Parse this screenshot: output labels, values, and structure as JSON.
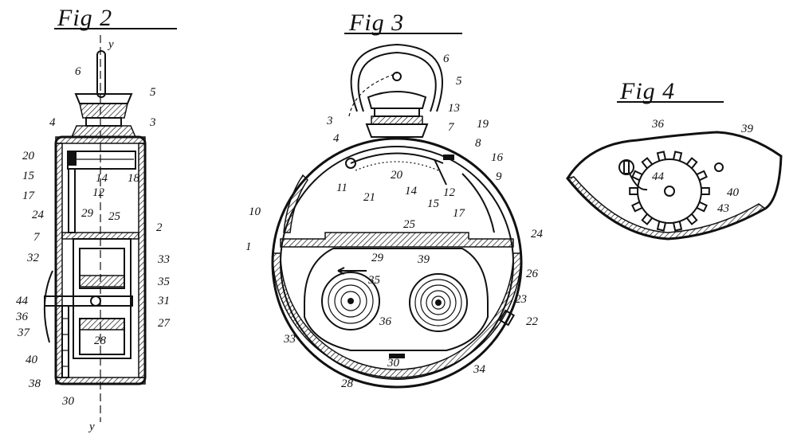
{
  "figures": [
    {
      "title": "Fig 2"
    },
    {
      "title": "Fig 3"
    },
    {
      "title": "Fig 4"
    }
  ],
  "fig2_labels": [
    "y",
    "6",
    "5",
    "4",
    "3",
    "20",
    "15",
    "14",
    "18",
    "17",
    "12",
    "24",
    "29",
    "25",
    "2",
    "7",
    "32",
    "33",
    "35",
    "44",
    "31",
    "36",
    "37",
    "27",
    "28",
    "40",
    "38",
    "30",
    "y"
  ],
  "fig3_labels": [
    "6",
    "5",
    "3",
    "13",
    "4",
    "7",
    "19",
    "8",
    "16",
    "9",
    "11",
    "21",
    "20",
    "14",
    "15",
    "12",
    "17",
    "10",
    "25",
    "1",
    "24",
    "29",
    "39",
    "35",
    "26",
    "23",
    "36",
    "22",
    "33",
    "30",
    "34",
    "28"
  ],
  "fig4_labels": [
    "36",
    "39",
    "44",
    "40",
    "43"
  ]
}
